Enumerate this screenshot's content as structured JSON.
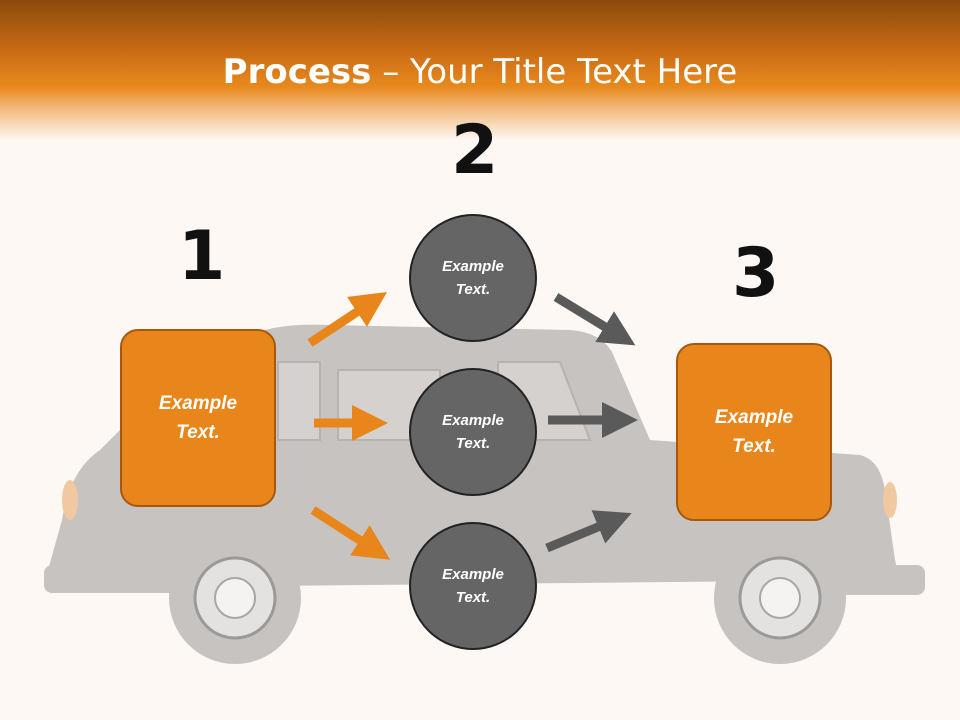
{
  "title": {
    "bold": "Process",
    "separator": " – ",
    "rest": "Your Title Text Here"
  },
  "steps": [
    {
      "number": "1",
      "text": "Example\nText."
    },
    {
      "number": "2"
    },
    {
      "number": "3",
      "text": "Example\nText."
    }
  ],
  "circles": [
    {
      "text": "Example\nText."
    },
    {
      "text": "Example\nText."
    },
    {
      "text": "Example\nText."
    }
  ],
  "colors": {
    "accent": "#e8861c",
    "circle": "#656565",
    "arrow_orange": "#e8861c",
    "arrow_gray": "#5a5a5a",
    "car": "#c6c3c0"
  },
  "icons": {
    "background": "taxi-car-silhouette-icon"
  }
}
